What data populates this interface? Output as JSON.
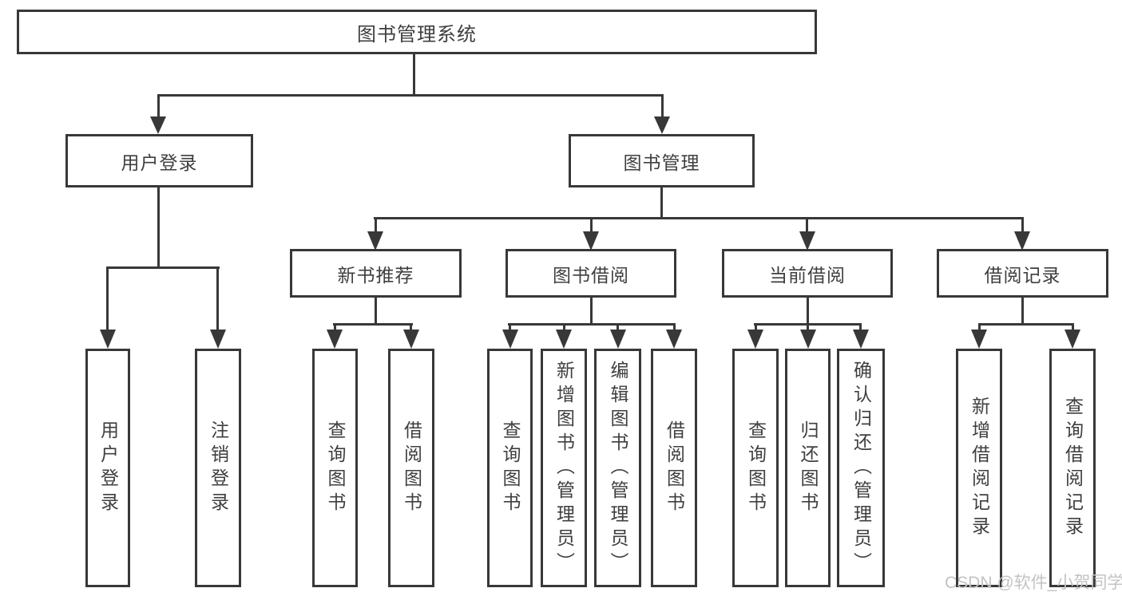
{
  "diagram": {
    "title": "图书管理系统",
    "root_label": "图书管理系统",
    "level2": {
      "user": "用户登录",
      "book": "图书管理"
    },
    "level3": {
      "recommend": "新书推荐",
      "borrow": "图书借阅",
      "current": "当前借阅",
      "record": "借阅记录"
    },
    "leaves": {
      "user_login": "用户登录",
      "user_logout": "注销登录",
      "rec_query": "查询图书",
      "rec_borrow": "借阅图书",
      "bb_query": "查询图书",
      "bb_add": "新增图书（管理员）",
      "bb_edit": "编辑图书（管理员）",
      "bb_borrow": "借阅图书",
      "cur_query": "查询图书",
      "cur_return": "归还图书",
      "cur_confirm": "确认归还（管理员）",
      "log_add": "新增借阅记录",
      "log_query": "查询借阅记录"
    }
  },
  "watermark": "CSDN @软件_小贺同学",
  "colors": {
    "line": "#383838",
    "text": "#3f3f3f",
    "watermark": "#c3c3c3",
    "background": "#ffffff"
  }
}
